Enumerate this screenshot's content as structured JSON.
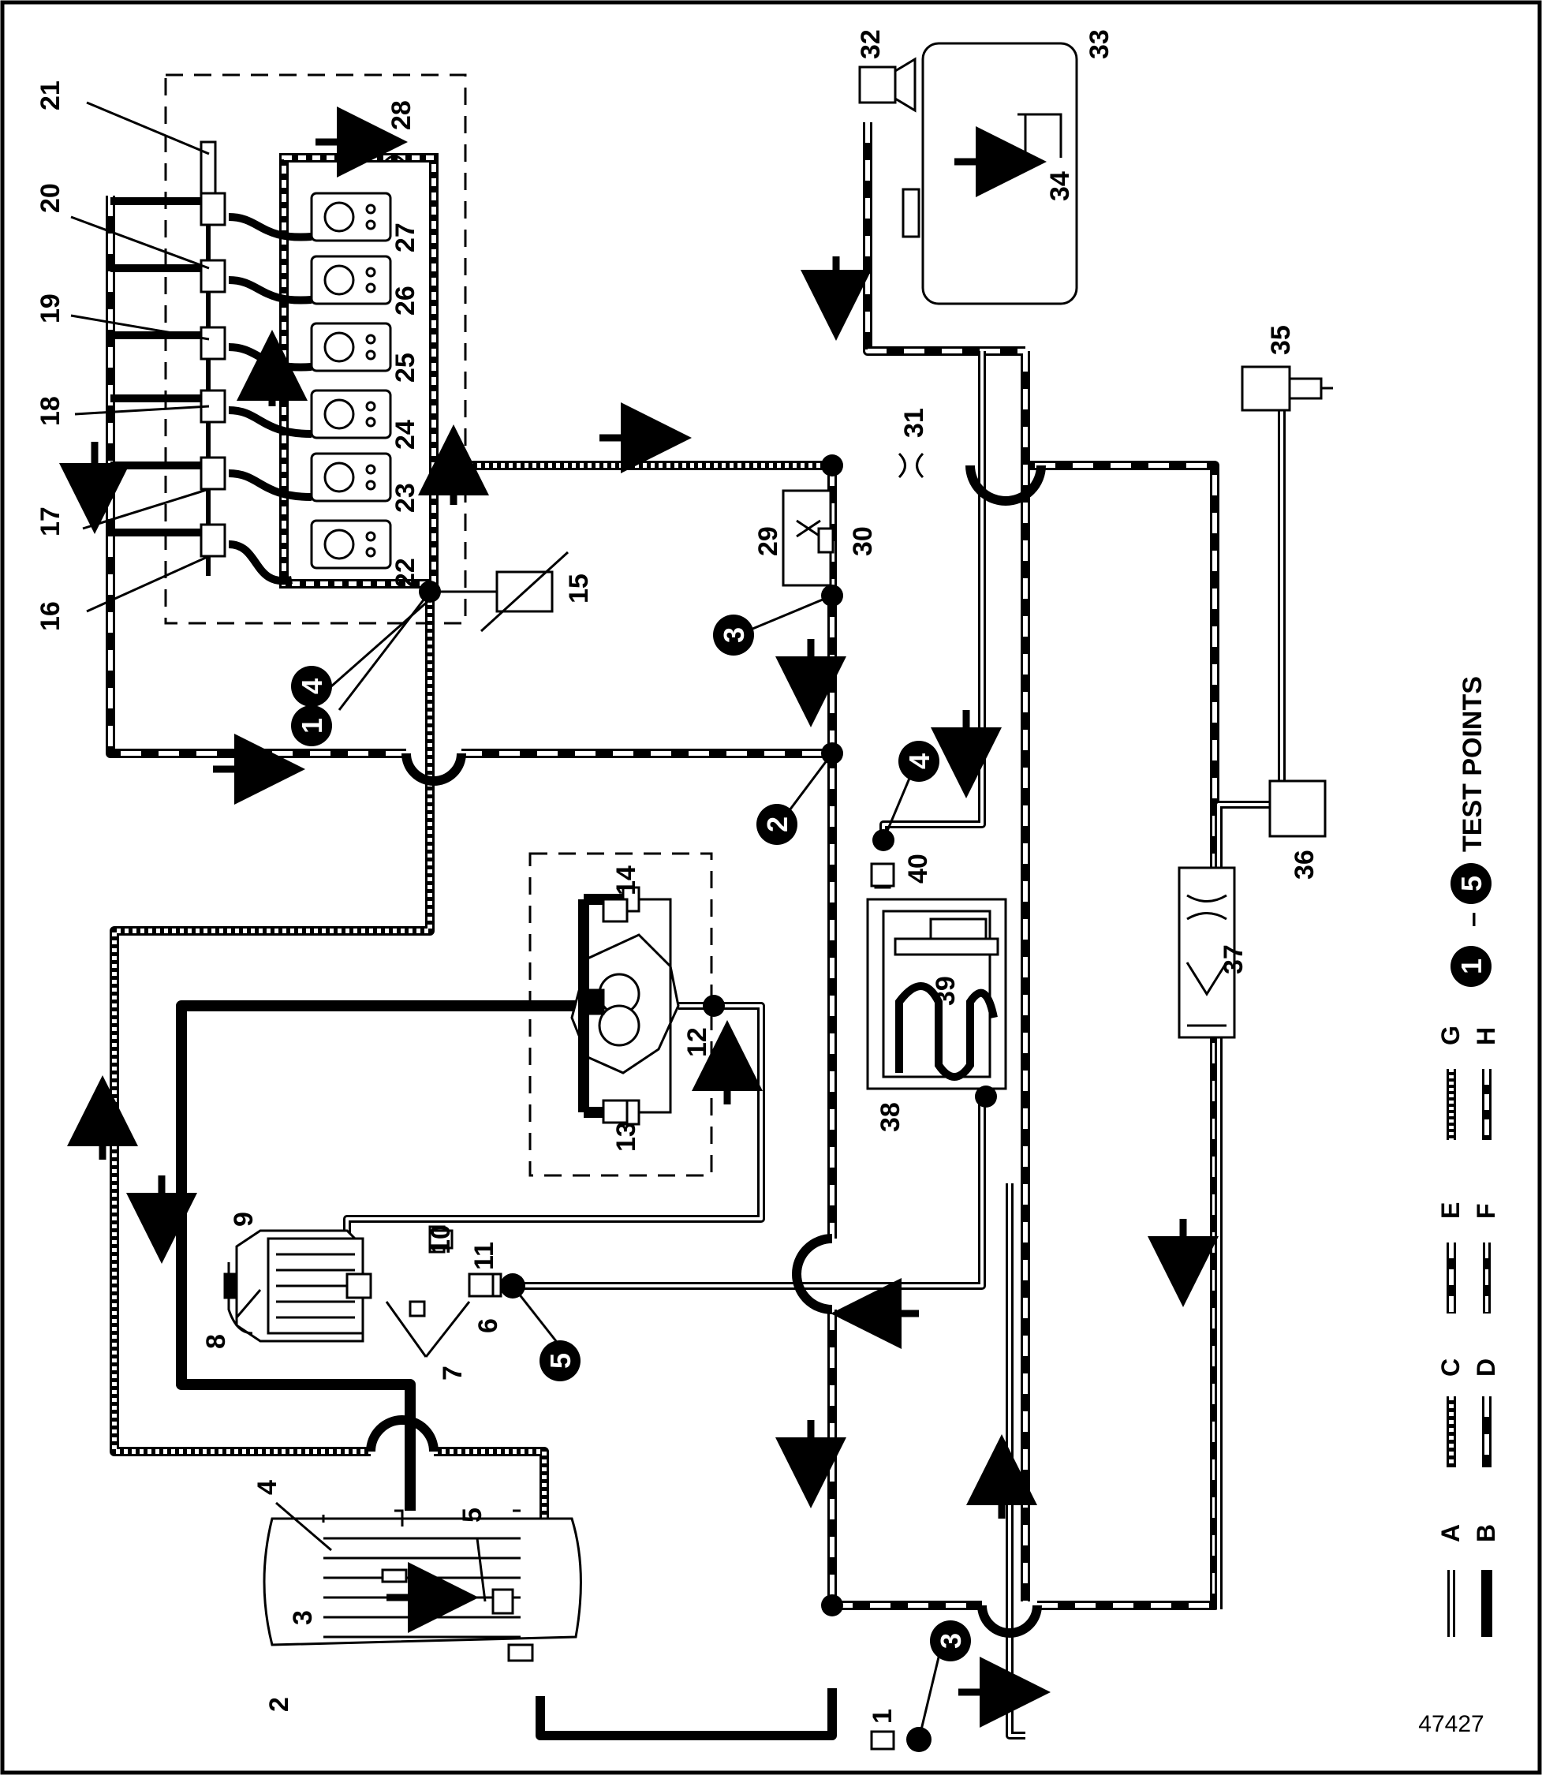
{
  "figure_number": "47427",
  "test_points_label": "TEST POINTS",
  "test_point_range": {
    "from": "1",
    "dash": "–",
    "to": "5"
  },
  "legend": [
    {
      "key": "A",
      "style": "double-thin"
    },
    {
      "key": "B",
      "style": "solid-black"
    },
    {
      "key": "C",
      "style": "fine-hatch"
    },
    {
      "key": "D",
      "style": "heavy-dash"
    },
    {
      "key": "E",
      "style": "dash-double"
    },
    {
      "key": "F",
      "style": "dash-thin"
    },
    {
      "key": "G",
      "style": "hatch-outline"
    },
    {
      "key": "H",
      "style": "dash-outline"
    }
  ],
  "components": [
    "1",
    "2",
    "3",
    "4",
    "5",
    "6",
    "7",
    "8",
    "9",
    "10",
    "11",
    "12",
    "13",
    "14",
    "15",
    "16",
    "17",
    "18",
    "19",
    "20",
    "21",
    "22",
    "23",
    "24",
    "25",
    "26",
    "27",
    "28",
    "29",
    "30",
    "31",
    "32",
    "33",
    "34",
    "35",
    "36",
    "37",
    "38",
    "39",
    "40"
  ],
  "test_points": [
    "1",
    "2",
    "3",
    "3",
    "4",
    "5",
    "5"
  ],
  "colors": {
    "line": "#000000",
    "background": "#ffffff"
  }
}
